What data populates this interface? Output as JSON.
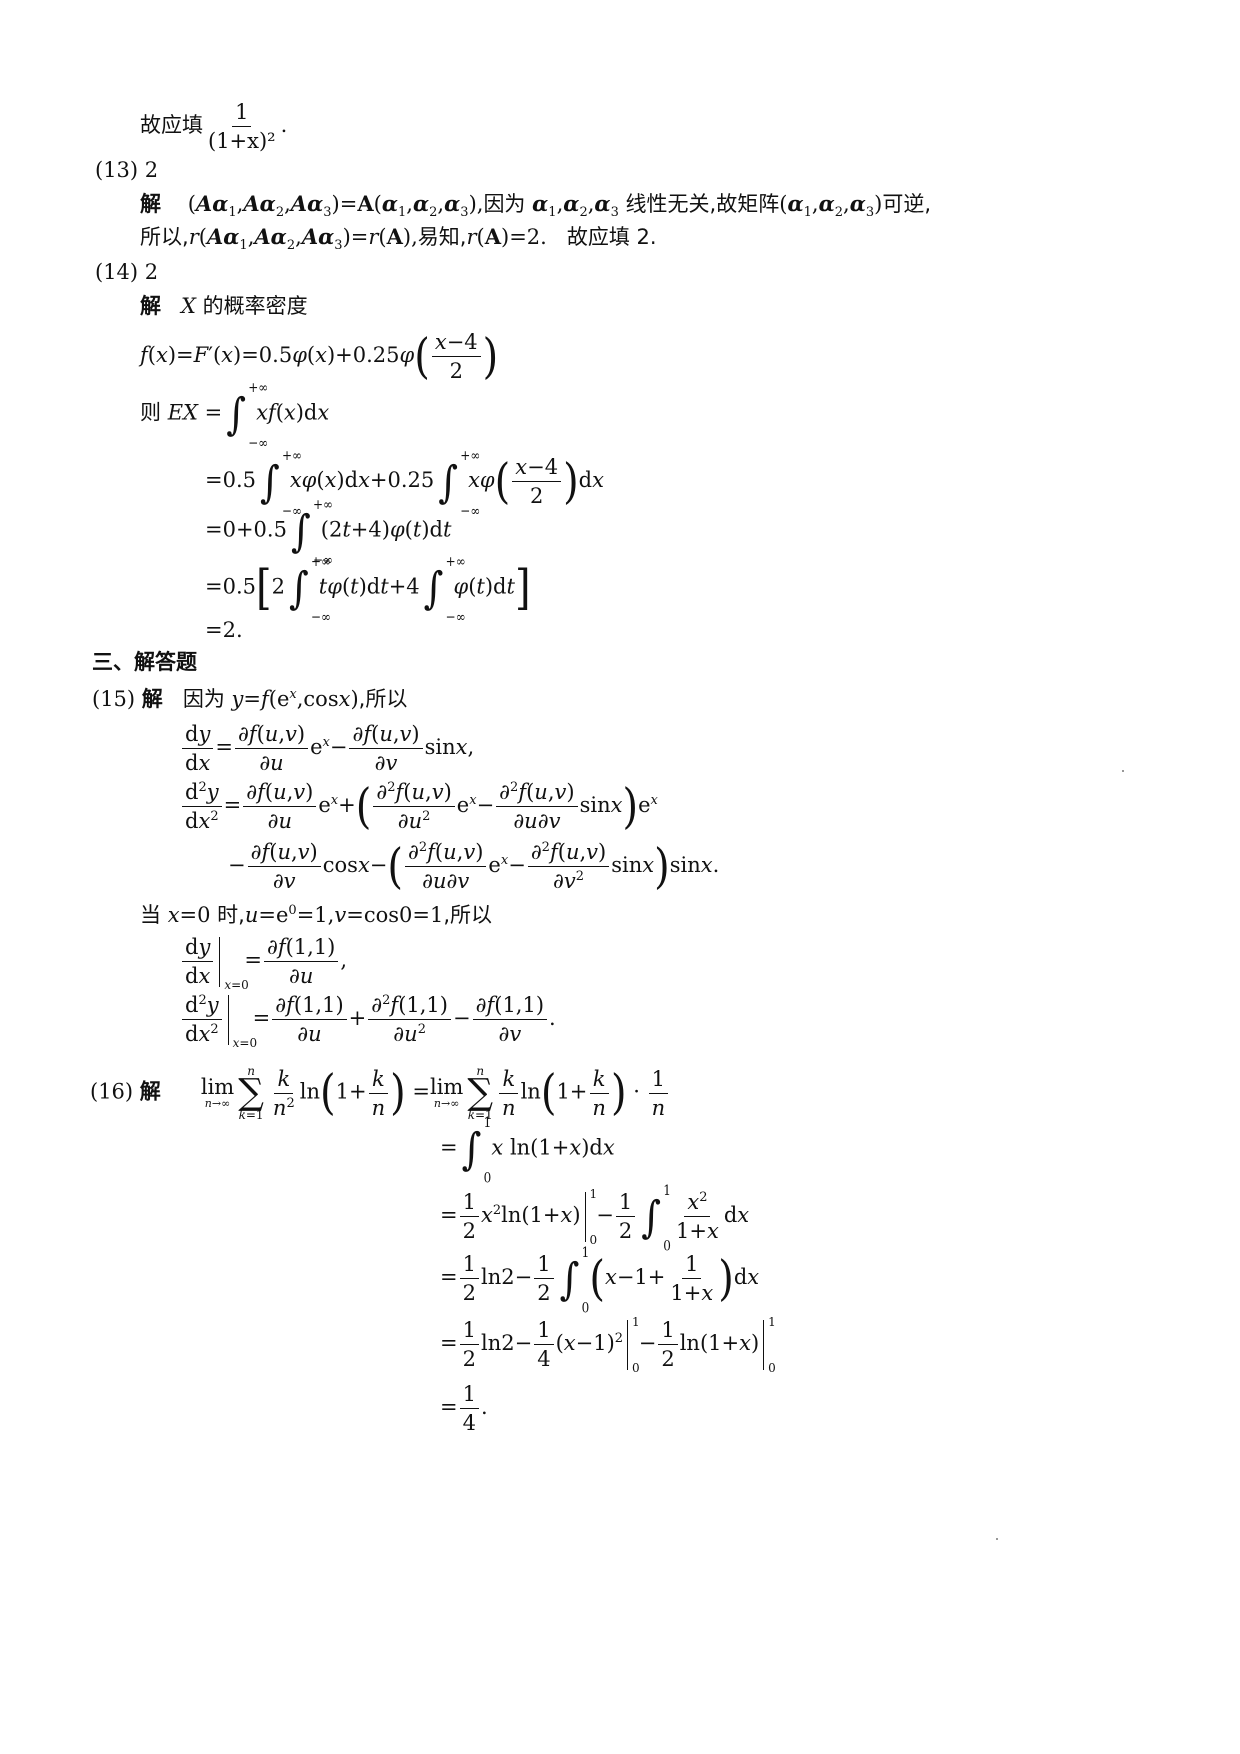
{
  "page": {
    "p12_answer_prefix": "故应填",
    "p12_answer_numerator": "1",
    "p12_answer_denominator": "(1+x)²",
    "q13": {
      "label": "(13)",
      "answer": "2",
      "solution_marker": "解",
      "line1_text_a": "因为",
      "line1_text_b": "线性无关,故矩阵",
      "line1_text_c": "可逆,",
      "line2_text_a": "所以,",
      "line2_text_b": "易知,",
      "line2_text_c": "故应填 2."
    },
    "q14": {
      "label": "(14)",
      "answer": "2",
      "solution_marker": "解",
      "intro": "的概率密度",
      "then": "则",
      "final": "=2."
    },
    "section3": {
      "title": "三、解答题"
    },
    "q15": {
      "label": "(15)",
      "solution_marker": "解",
      "intro_a": "因为",
      "intro_b": ",所以",
      "when_a": "当",
      "when_b": "时,",
      "when_c": ",所以"
    },
    "q16": {
      "label": "(16)",
      "solution_marker": "解",
      "final_numerator": "1",
      "final_denominator": "4"
    }
  }
}
